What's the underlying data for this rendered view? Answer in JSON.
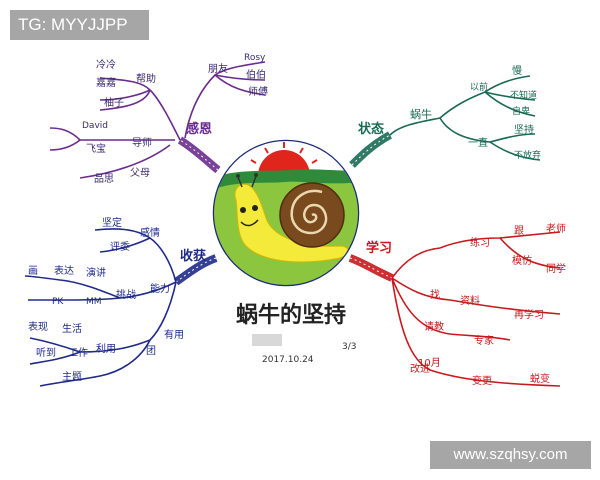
{
  "watermark_top": "TG: MYYJJPP",
  "watermark_bottom": "www.szqhsy.com",
  "center": {
    "title": "蜗牛的坚持",
    "date": "2017.10.24",
    "note": "3/3"
  },
  "branches": {
    "feelings": {
      "label": "感恩",
      "color": "#6a2c8e",
      "groups": [
        {
          "label": "帮助",
          "items": [
            "冷冷",
            "嘉嘉",
            "柚子"
          ]
        },
        {
          "label": "导师",
          "items": [
            "David",
            "飞宝"
          ]
        },
        {
          "label": "父母",
          "items": [
            "品思"
          ]
        },
        {
          "label": "朋友",
          "items": [
            "Rosy",
            "伯伯",
            "师傅"
          ]
        }
      ]
    },
    "state": {
      "label": "状态",
      "color": "#1a6b55",
      "sub": "蜗牛",
      "groups": [
        {
          "label": "以前",
          "items": [
            "慢",
            "不知道",
            "自卑"
          ]
        },
        {
          "label": "一直",
          "items": [
            "坚持",
            "不放弃"
          ]
        }
      ]
    },
    "harvest": {
      "label": "收获",
      "color": "#1f2a8a",
      "groups": [
        {
          "label": "感情",
          "items": [
            "坚定",
            "评委"
          ]
        },
        {
          "label": "能力",
          "items": [
            "画",
            "表达",
            "演讲",
            "PK",
            "MM",
            "挑战"
          ]
        },
        {
          "label": "有用",
          "items": [
            "表现",
            "生活",
            "听到",
            "工作",
            "主题",
            "利用",
            "团"
          ]
        }
      ]
    },
    "study": {
      "label": "学习",
      "color": "#c8191e",
      "groups": [
        {
          "label": "练习",
          "items": [
            "跟",
            "老师",
            "模仿",
            "同学"
          ]
        },
        {
          "label": "找",
          "items": [
            "资料",
            "再学习"
          ]
        },
        {
          "label": "请教",
          "items": [
            "专家"
          ]
        },
        {
          "label": "改进",
          "items": [
            "10月",
            "变更",
            "蜕变"
          ]
        }
      ]
    }
  }
}
